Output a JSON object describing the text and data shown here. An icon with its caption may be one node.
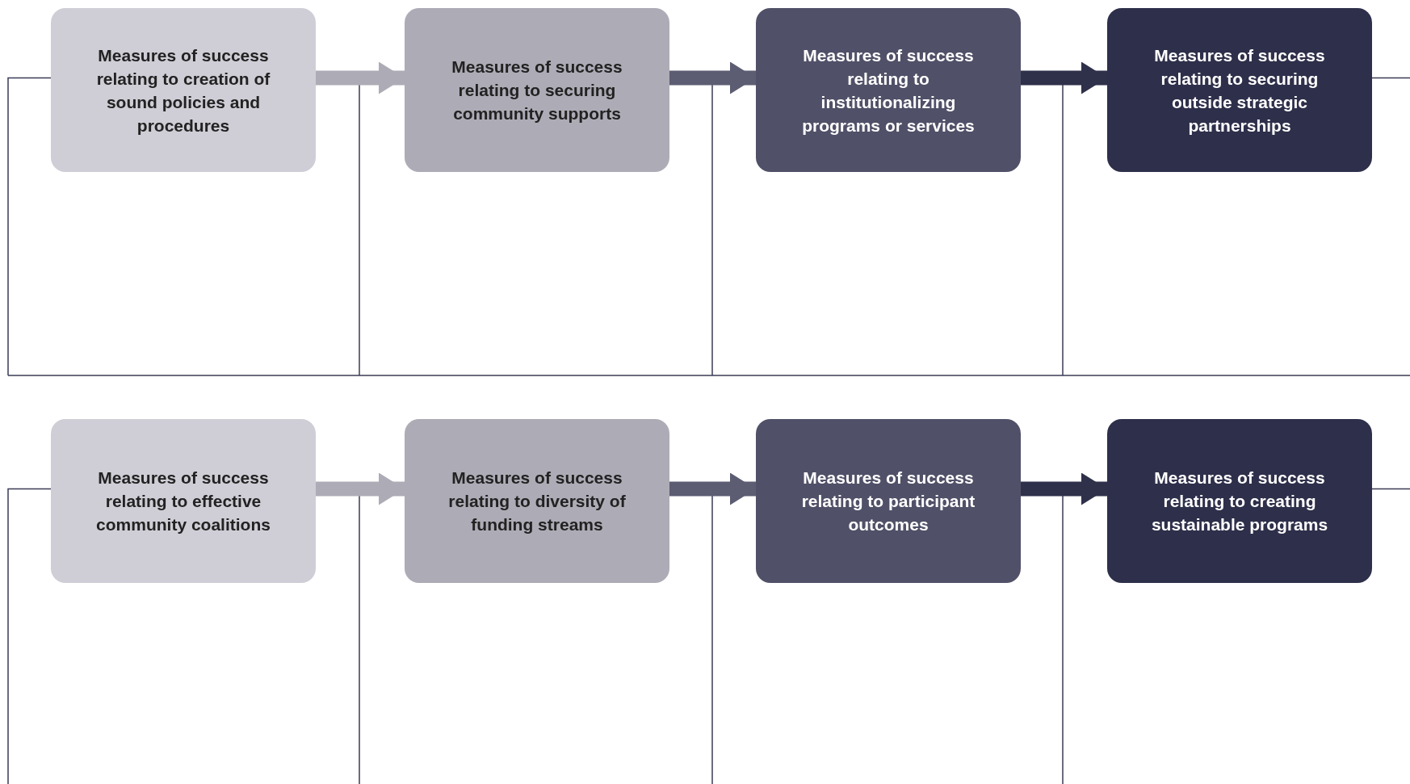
{
  "diagram": {
    "nodes": [
      {
        "text": [
          "Measures of success relating to creation of sound policies and procedures"
        ]
      },
      {
        "text": [
          "Measures of success relating to securing community supports"
        ]
      },
      {
        "text": [
          "Measures of success relating to institutionalizing programs or services"
        ]
      },
      {
        "text": [
          "Measures of success relating to securing outside strategic partnerships"
        ]
      },
      {
        "text": [
          "Measures of success relating to effective community coalitions"
        ]
      },
      {
        "text": [
          "Measures of success relating to diversity of funding streams"
        ]
      },
      {
        "text": [
          "Measures of success relating to participant outcomes"
        ]
      },
      {
        "text": [
          "Measures of success relating to creating sustainable programs"
        ]
      }
    ],
    "edges": [
      {
        "from": 0,
        "to": 1,
        "arrow": "to",
        "color": "#adacb6"
      },
      {
        "from": 1,
        "to": 2,
        "arrow": "to",
        "color": "#5c5c72"
      },
      {
        "from": 2,
        "to": 3,
        "arrow": "to",
        "color": "#2f304a"
      },
      {
        "from": 4,
        "to": 5,
        "arrow": "to",
        "color": "#adacb6"
      },
      {
        "from": 5,
        "to": 6,
        "arrow": "to",
        "color": "#5c5c72"
      },
      {
        "from": 6,
        "to": 7,
        "arrow": "to",
        "color": "#2f304a"
      }
    ]
  }
}
